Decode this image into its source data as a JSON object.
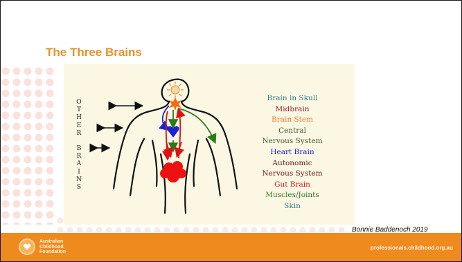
{
  "slide": {
    "title": "The Three Brains",
    "credit": "Bonnie Baddenoch 2019"
  },
  "figure": {
    "side_label_top": [
      "O",
      "T",
      "H",
      "E",
      "R"
    ],
    "side_label_bottom": [
      "B",
      "R",
      "A",
      "I",
      "N",
      "S"
    ],
    "legend": [
      {
        "text": "Brain in Skull",
        "color": "#2f7f8c"
      },
      {
        "text": "Midbrain",
        "color": "#8a1f2a"
      },
      {
        "text": "Brain Stem",
        "color": "#f07a2a"
      },
      {
        "text": "Central",
        "color": "#3d5a2a"
      },
      {
        "text": "Nervous System",
        "color": "#3d5a2a"
      },
      {
        "text": "Heart Brain",
        "color": "#1a22d6"
      },
      {
        "text": "Autonomic",
        "color": "#6b1a1a"
      },
      {
        "text": "Nervous System",
        "color": "#6b1a1a"
      },
      {
        "text": "Gut Brain",
        "color": "#d61a1a"
      },
      {
        "text": "Muscles/Joints",
        "color": "#2d7a2a"
      },
      {
        "text": "Skin",
        "color": "#2f7f8c"
      }
    ]
  },
  "footer": {
    "logo_lines": [
      "Australian",
      "Childhood",
      "Foundation"
    ],
    "website": "professionals.childhood.org.au",
    "logo_icon": "heart-icon"
  }
}
